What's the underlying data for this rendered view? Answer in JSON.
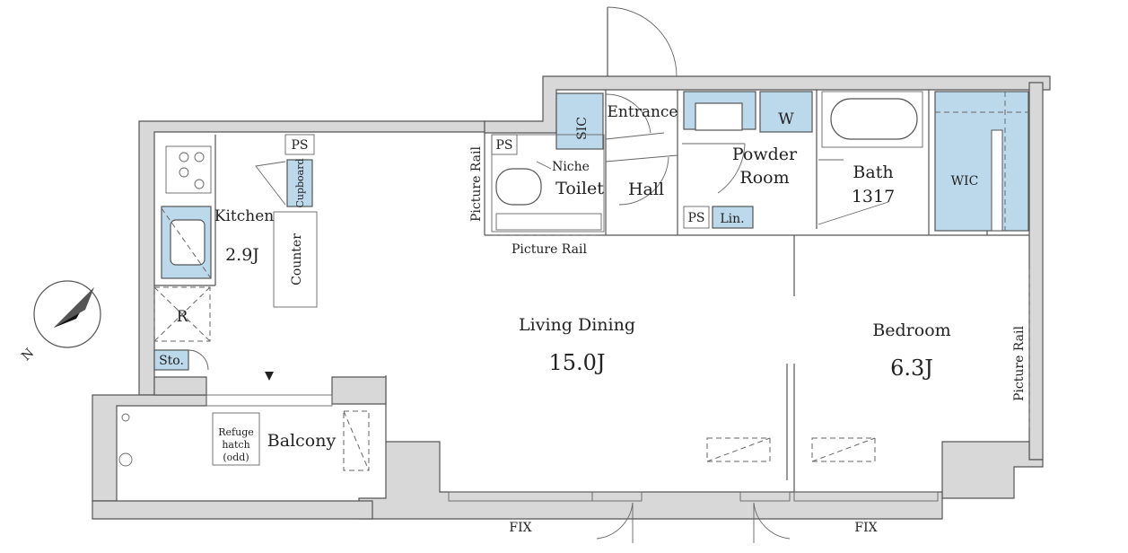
{
  "rooms": {
    "living_dining": {
      "name": "Living Dining",
      "size": "15.0J"
    },
    "bedroom": {
      "name": "Bedroom",
      "size": "6.3J"
    },
    "kitchen": {
      "name": "Kitchen",
      "size": "2.9J"
    },
    "bath": {
      "name": "Bath",
      "size": "1317"
    },
    "powder_room": {
      "line1": "Powder",
      "line2": "Room"
    },
    "entrance": "Entrance",
    "hall": "Hall",
    "toilet": "Toilet",
    "wic": "WIC",
    "balcony": "Balcony"
  },
  "fixtures": {
    "sic": "SIC",
    "w": "W",
    "lin": "Lin.",
    "ps": "PS",
    "niche": "Niche",
    "counter": "Counter",
    "cupboard": "Cupboard",
    "refrigerator": "R",
    "storage": "Sto.",
    "refuge_hatch": [
      "Refuge",
      "hatch",
      "(odd)"
    ],
    "picture_rail": "Picture Rail",
    "fix": "FIX"
  },
  "compass": {
    "label": "N",
    "rotation_deg": -135
  },
  "colors": {
    "wall": "#d8d8d8",
    "line": "#555555",
    "water": "#bcd9ec"
  }
}
